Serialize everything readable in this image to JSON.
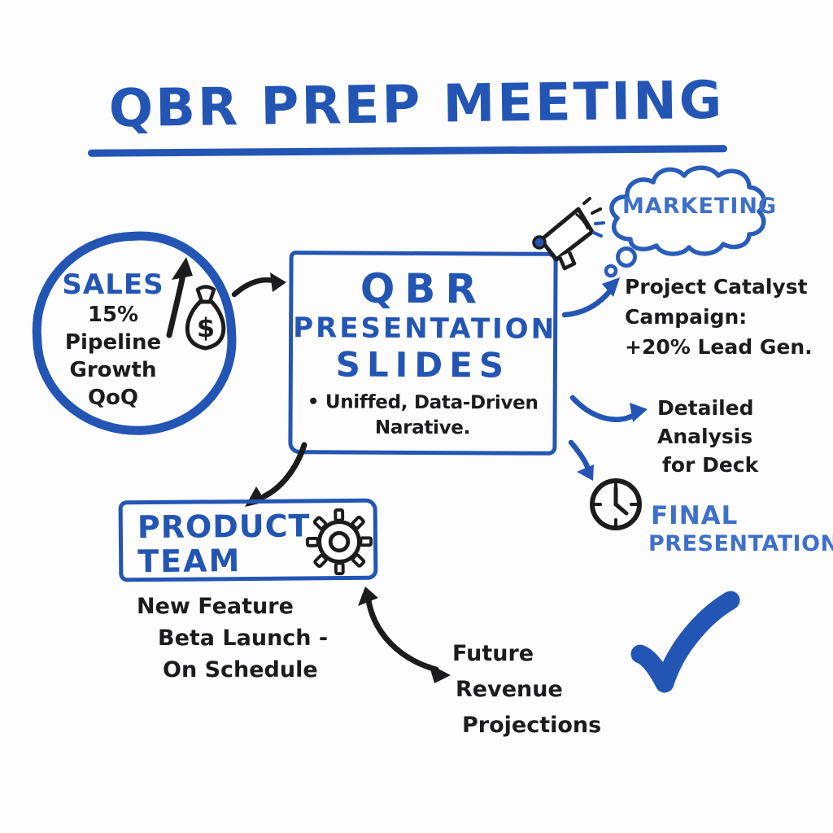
{
  "colors": {
    "marker_blue": "#2355b4",
    "light_blue": "#3f70c9",
    "ink_black": "#1c1c1e",
    "background": "#fdfdfd"
  },
  "title": {
    "text": "QBR PREP MEETING"
  },
  "sales": {
    "label": "SALES",
    "lines": [
      "15%",
      "Pipeline",
      "Growth",
      "QoQ"
    ]
  },
  "slides_box": {
    "title_line1": "QBR",
    "title_line2": "PRESENTATION",
    "title_line3": "SLIDES",
    "bullet_line1": "• Uniffed, Data-Driven",
    "bullet_line2": "Narative."
  },
  "marketing": {
    "label": "MARKETING",
    "note_line1": "Project Catalyst",
    "note_line2": "Campaign:",
    "note_line3": "+20% Lead Gen."
  },
  "analysis": {
    "line1": "Detailed",
    "line2": "Analysis",
    "line3": "for Deck"
  },
  "final_presentation": {
    "line1": "FINAL",
    "line2": "PRESENTATION"
  },
  "product_team": {
    "label_line1": "PRODUCT",
    "label_line2": "TEAM",
    "note_line1": "New Feature",
    "note_line2": "Beta Launch -",
    "note_line3": "On Schedule"
  },
  "future": {
    "line1": "Future",
    "line2": "Revenue",
    "line3": "Projections"
  },
  "icons": {
    "money_bag_symbol": "$",
    "list": [
      "trend-up-arrow-icon",
      "money-bag-icon",
      "megaphone-icon",
      "thought-cloud-icon",
      "clock-icon",
      "gear-icon",
      "checkmark-icon"
    ]
  }
}
